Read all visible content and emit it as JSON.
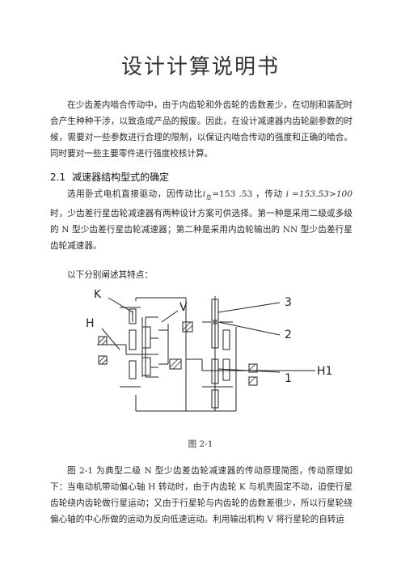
{
  "title": "设计计算说明书",
  "intro": "在少齿差内啮合传动中，由于内齿轮和外齿轮的齿数差少，在切削和装配时会产生种种干涉，以致造成产品的报废。因此，在设计减速器内齿轮副参数的时候，需要对一些参数进行合理的限制，以保证内啮合传动的强度和正确的啮合。同时要对一些主要零件进行强度校核计算。",
  "section": {
    "number": "2.1",
    "title": "减速器结构型式的确定"
  },
  "para2": {
    "a": "选用卧式电机直接驱动，因传动比",
    "i_sym": "i",
    "i_sub": "总",
    "b": "=153 .53 ，传动 ",
    "i2": "i =153.53>100",
    "c": " 时，少齿差行星齿轮减速器有两种设计方案可供选择。第一种是采用二级或多级的 N 型少齿差行星齿轮减速器；第二种是采用内齿轮输出的 NN 型少齿差行星齿轮减速器。"
  },
  "para3": "以下分别阐述其特点：",
  "figure": {
    "labels": {
      "K": "K",
      "V": "V",
      "H": "H",
      "three": "3",
      "two": "2",
      "H1": "H1",
      "one": "1"
    },
    "caption": "图 2-1"
  },
  "para4": "图 2-1 为典型二级 N 型少齿差齿轮减速器的传动原理简图，传动原理如下：",
  "para5": "当电动机带动偏心轴 H 转动时，由于内齿轮 K 与机壳固定不动，迫使行星齿轮绕内齿轮做行星运动；又由于行星轮与内齿轮的齿数差很少，所以行星轮绕偏心轴的中心所做的运动为反向低速运动。利用输出机构 V 将行星轮的自转运"
}
